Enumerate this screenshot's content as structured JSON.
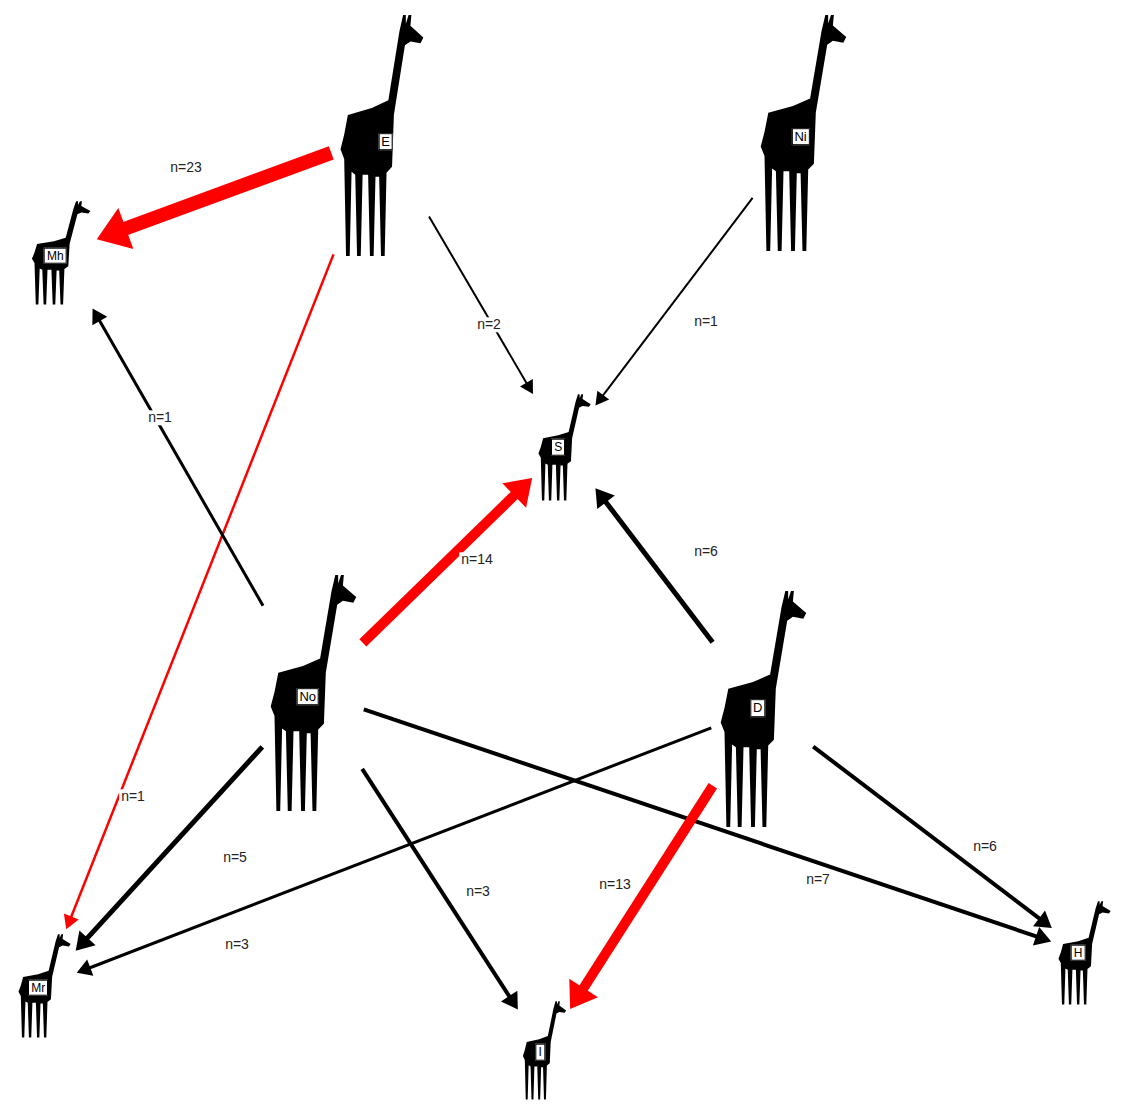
{
  "diagram": {
    "nodes": [
      {
        "text": [
          "E"
        ]
      },
      {
        "text": [
          "Ni"
        ]
      },
      {
        "text": [
          "Mh"
        ]
      },
      {
        "text": [
          "S"
        ]
      },
      {
        "text": [
          "No"
        ]
      },
      {
        "text": [
          "D"
        ]
      },
      {
        "text": [
          "Mr"
        ]
      },
      {
        "text": [
          "I"
        ]
      },
      {
        "text": [
          "H"
        ]
      }
    ],
    "edges": [
      {
        "from": 0,
        "to": 2,
        "arrow": "to",
        "label": "n=23"
      },
      {
        "from": 0,
        "to": 6,
        "arrow": "to",
        "label": "n=1"
      },
      {
        "from": 0,
        "to": 3,
        "arrow": "to",
        "label": "n=2"
      },
      {
        "from": 1,
        "to": 3,
        "arrow": "to",
        "label": "n=1"
      },
      {
        "from": 4,
        "to": 2,
        "arrow": "to",
        "label": "n=1"
      },
      {
        "from": 4,
        "to": 3,
        "arrow": "to",
        "label": "n=14"
      },
      {
        "from": 5,
        "to": 3,
        "arrow": "to",
        "label": "n=6"
      },
      {
        "from": 4,
        "to": 6,
        "arrow": "to",
        "label": "n=5"
      },
      {
        "from": 4,
        "to": 7,
        "arrow": "to",
        "label": "n=3"
      },
      {
        "from": 4,
        "to": 8,
        "arrow": "to",
        "label": "n=7"
      },
      {
        "from": 5,
        "to": 6,
        "arrow": "to",
        "label": "n=3"
      },
      {
        "from": 5,
        "to": 7,
        "arrow": "to",
        "label": "n=13"
      },
      {
        "from": 5,
        "to": 8,
        "arrow": "to",
        "label": "n=6"
      }
    ]
  }
}
